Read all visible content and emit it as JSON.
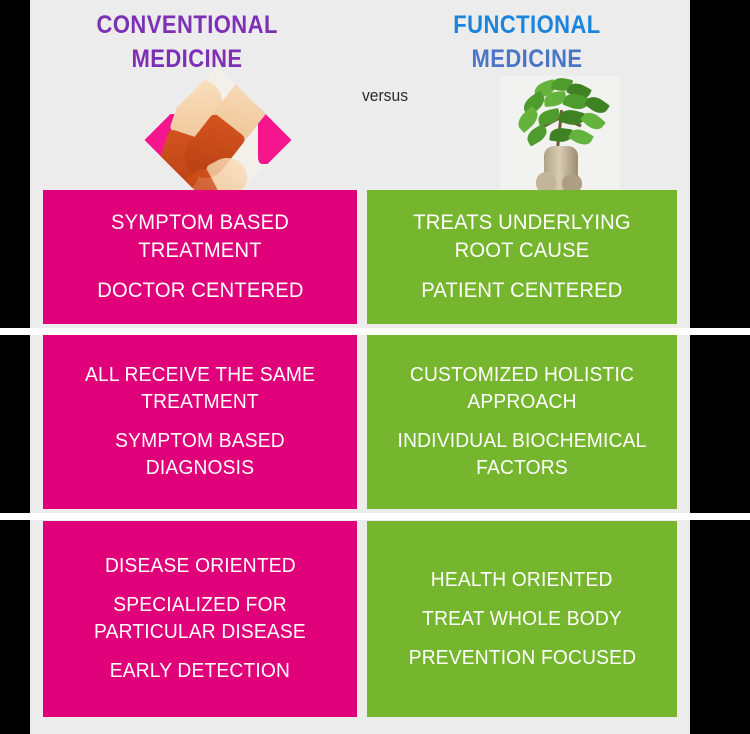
{
  "header": {
    "left_title": "CONVENTIONAL MEDICINE",
    "left_title_line1": "CONVENTIONAL",
    "left_title_line2": "MEDICINE",
    "right_title_line1": "FUNCTIONAL",
    "right_title_line2": "MEDICINE",
    "middle_label": "versus",
    "left_image_alt": "pills-capsules-photo",
    "right_image_alt": "bonsai-plant-photo"
  },
  "colors": {
    "left_title": "#7D2FB5",
    "right_title_word1": "#1B84DC",
    "right_title_word2": "#4A76C6",
    "pink_panel": "#E0007A",
    "green_panel": "#76B62E",
    "canvas_background": "#ECECEC",
    "frame": "#000000",
    "separator": "#FFFFFF"
  },
  "comparison": {
    "columns": [
      "CONVENTIONAL MEDICINE",
      "FUNCTIONAL MEDICINE"
    ],
    "rows": [
      {
        "conventional": [
          "SYMPTOM BASED TREATMENT",
          "DOCTOR CENTERED"
        ],
        "functional": [
          "TREATS UNDERLYING ROOT CAUSE",
          "PATIENT CENTERED"
        ]
      },
      {
        "conventional": [
          "ALL RECEIVE THE SAME TREATMENT",
          "SYMPTOM BASED DIAGNOSIS"
        ],
        "functional": [
          "CUSTOMIZED HOLISTIC APPROACH",
          "INDIVIDUAL BIOCHEMICAL FACTORS"
        ]
      },
      {
        "conventional": [
          "DISEASE ORIENTED",
          "SPECIALIZED FOR PARTICULAR DISEASE",
          "EARLY DETECTION"
        ],
        "functional": [
          "HEALTH ORIENTED",
          "TREAT WHOLE BODY",
          "PREVENTION FOCUSED"
        ]
      }
    ]
  }
}
